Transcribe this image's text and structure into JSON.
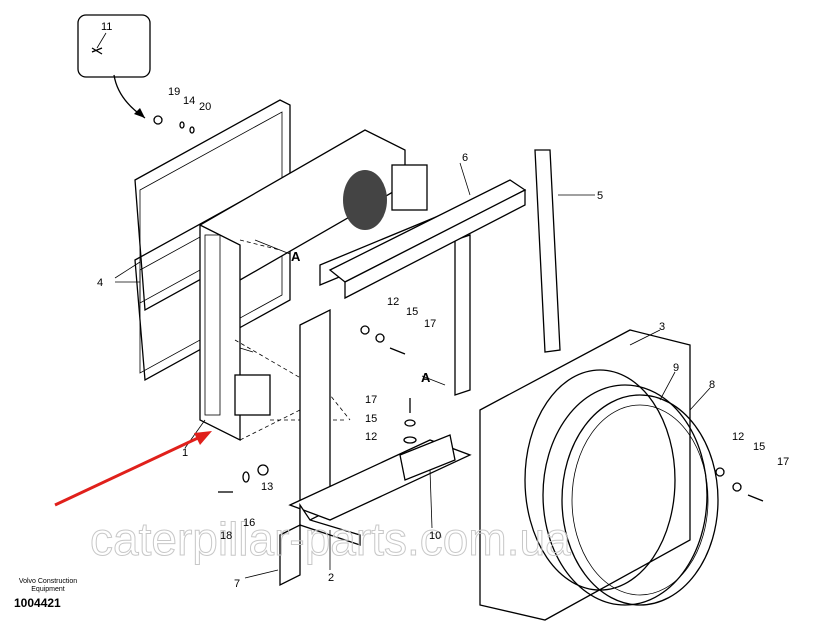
{
  "diagram": {
    "callouts": {
      "c11": "11",
      "c19": "19",
      "c14": "14",
      "c20": "20",
      "c6": "6",
      "c5": "5",
      "c4": "4",
      "cA1": "A",
      "c12a": "12",
      "c15a": "15",
      "c17a": "17",
      "c3": "3",
      "c9": "9",
      "c8": "8",
      "cA2": "A",
      "c17b": "17",
      "c15b": "15",
      "c12b": "12",
      "c1": "1",
      "c12c": "12",
      "c15c": "15",
      "c17c": "17",
      "c13": "13",
      "c16": "16",
      "c18": "18",
      "c10": "10",
      "c2": "2",
      "c7": "7"
    },
    "watermark": "caterpillar-parts.com.ua",
    "pointer_color": "#e0201b"
  },
  "footer": {
    "company": "Volvo Construction Equipment",
    "drawing_number": "1004421"
  }
}
